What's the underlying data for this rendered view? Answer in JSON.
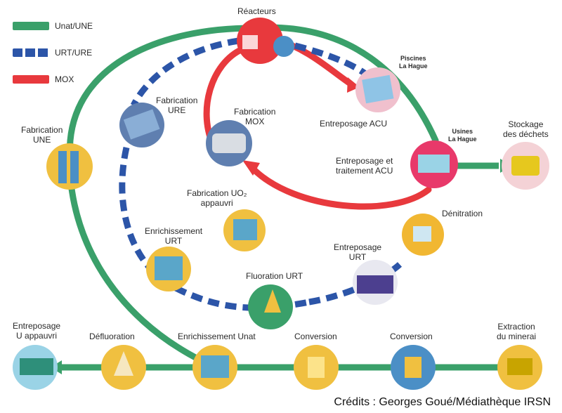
{
  "legend": {
    "items": [
      {
        "label": "Unat/UNE",
        "color": "#3aa06a",
        "style": "solid"
      },
      {
        "label": "URT/URE",
        "color": "#2c55a8",
        "style": "dashed"
      },
      {
        "label": "MOX",
        "color": "#e8393d",
        "style": "solid"
      }
    ]
  },
  "nodes": {
    "reacteurs": "Réacteurs",
    "piscines": "Piscines\nLa Hague",
    "entreposage_acu": "Entreposage ACU",
    "usines": "Usines\nLa Hague",
    "stockage": "Stockage\ndes déchets",
    "entreposage_traitement": "Entreposage et\ntraitement ACU",
    "denitration": "Dénitration",
    "entreposage_urt": "Entreposage\nURT",
    "fluoration": "Fluoration URT",
    "fabrication_mox": "Fabrication\nMOX",
    "fabrication_ure": "Fabrication\nURE",
    "fabrication_une": "Fabrication\nUNE",
    "fabrication_uo2": "Fabrication UO₂\nappauvri",
    "enrichissement_urt": "Enrichissement\nURT",
    "entreposage_u": "Entreposage\nU appauvri",
    "defluoration": "Défluoration",
    "enrichissement_unat": "Enrichissement Unat",
    "conversion_1": "Conversion",
    "conversion_2": "Conversion",
    "extraction": "Extraction\ndu minerai"
  },
  "colors": {
    "green": "#3aa06a",
    "blue": "#2c55a8",
    "red": "#e8393d"
  },
  "credit": "Crédits : Georges Goué/Médiathèque IRSN"
}
